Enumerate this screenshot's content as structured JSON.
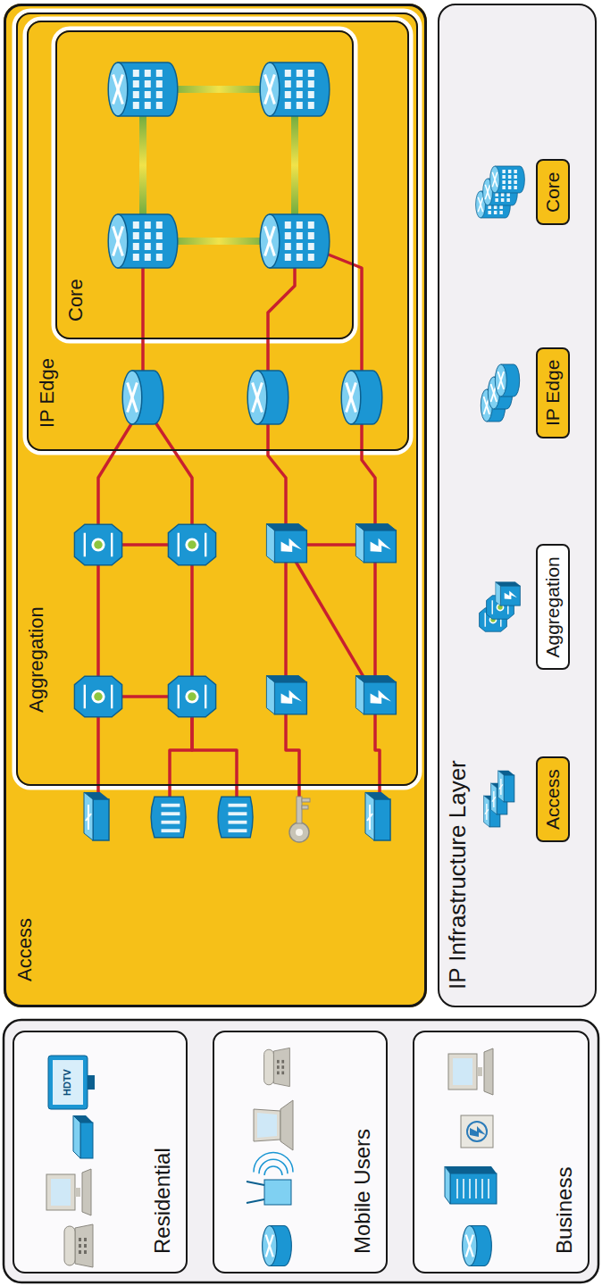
{
  "diagram": {
    "nodes": [
      {
        "text": [
          "Residential"
        ]
      },
      {
        "text": [
          "Mobile Users"
        ]
      },
      {
        "text": [
          "Business"
        ]
      },
      {
        "text": [
          "Access"
        ]
      },
      {
        "text": [
          "Aggregation"
        ],
        "in": 3
      },
      {
        "text": [
          "IP Edge"
        ],
        "in": 4
      },
      {
        "text": [
          "Core"
        ],
        "in": 5
      },
      {
        "text": [
          "IP Infrastructure Layer"
        ]
      },
      {
        "text": [
          "Access"
        ],
        "in": 7
      },
      {
        "text": [
          "Aggregation"
        ],
        "in": 7
      },
      {
        "text": [
          "IP Edge"
        ],
        "in": 7
      },
      {
        "text": [
          "Core"
        ],
        "in": 7
      }
    ],
    "labels": [
      "HDTV"
    ]
  }
}
